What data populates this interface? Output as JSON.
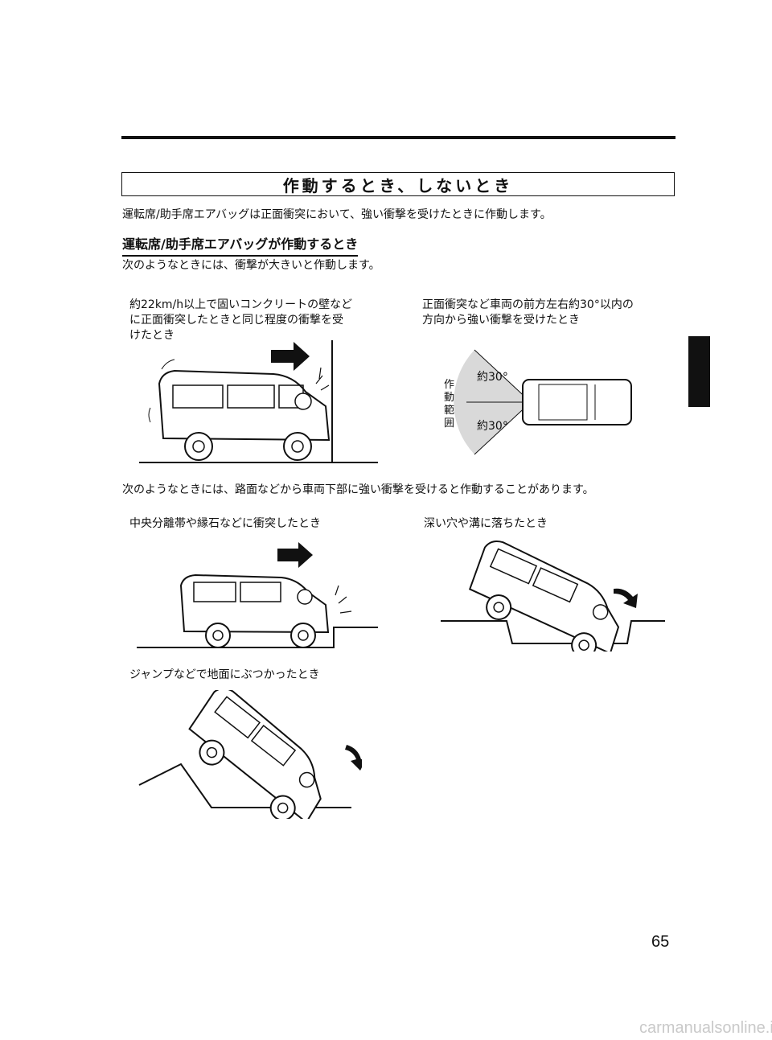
{
  "section": {
    "title": "作動するとき、しないとき",
    "intro": "運転席/助手席エアバッグは正面衝突において、強い衝撃を受けたときに作動します。"
  },
  "subsection": {
    "title": "運転席/助手席エアバッグが作動するとき",
    "lead": "次のようなときには、衝撃が大きいと作動します。"
  },
  "frontal": {
    "wall_caption": [
      "約22km/h以上で固いコンクリートの壁など",
      "に正面衝突したときと同じ程度の衝撃を受",
      "けたとき"
    ],
    "angle_caption": [
      "正面衝突など車両の前方左右約30°以内の",
      "方向から強い衝撃を受けたとき"
    ],
    "range_label": [
      "作",
      "動",
      "範",
      "囲"
    ],
    "angle_upper": "約30°",
    "angle_lower": "約30°"
  },
  "underbody": {
    "lead": "次のようなときには、路面などから車両下部に強い衝撃を受けると作動することがあります。",
    "median_caption": "中央分離帯や縁石などに衝突したとき",
    "ditch_caption": "深い穴や溝に落ちたとき",
    "jump_caption": "ジャンプなどで地面にぶつかったとき"
  },
  "page_number": "65",
  "watermark": "carmanualsonline.info"
}
